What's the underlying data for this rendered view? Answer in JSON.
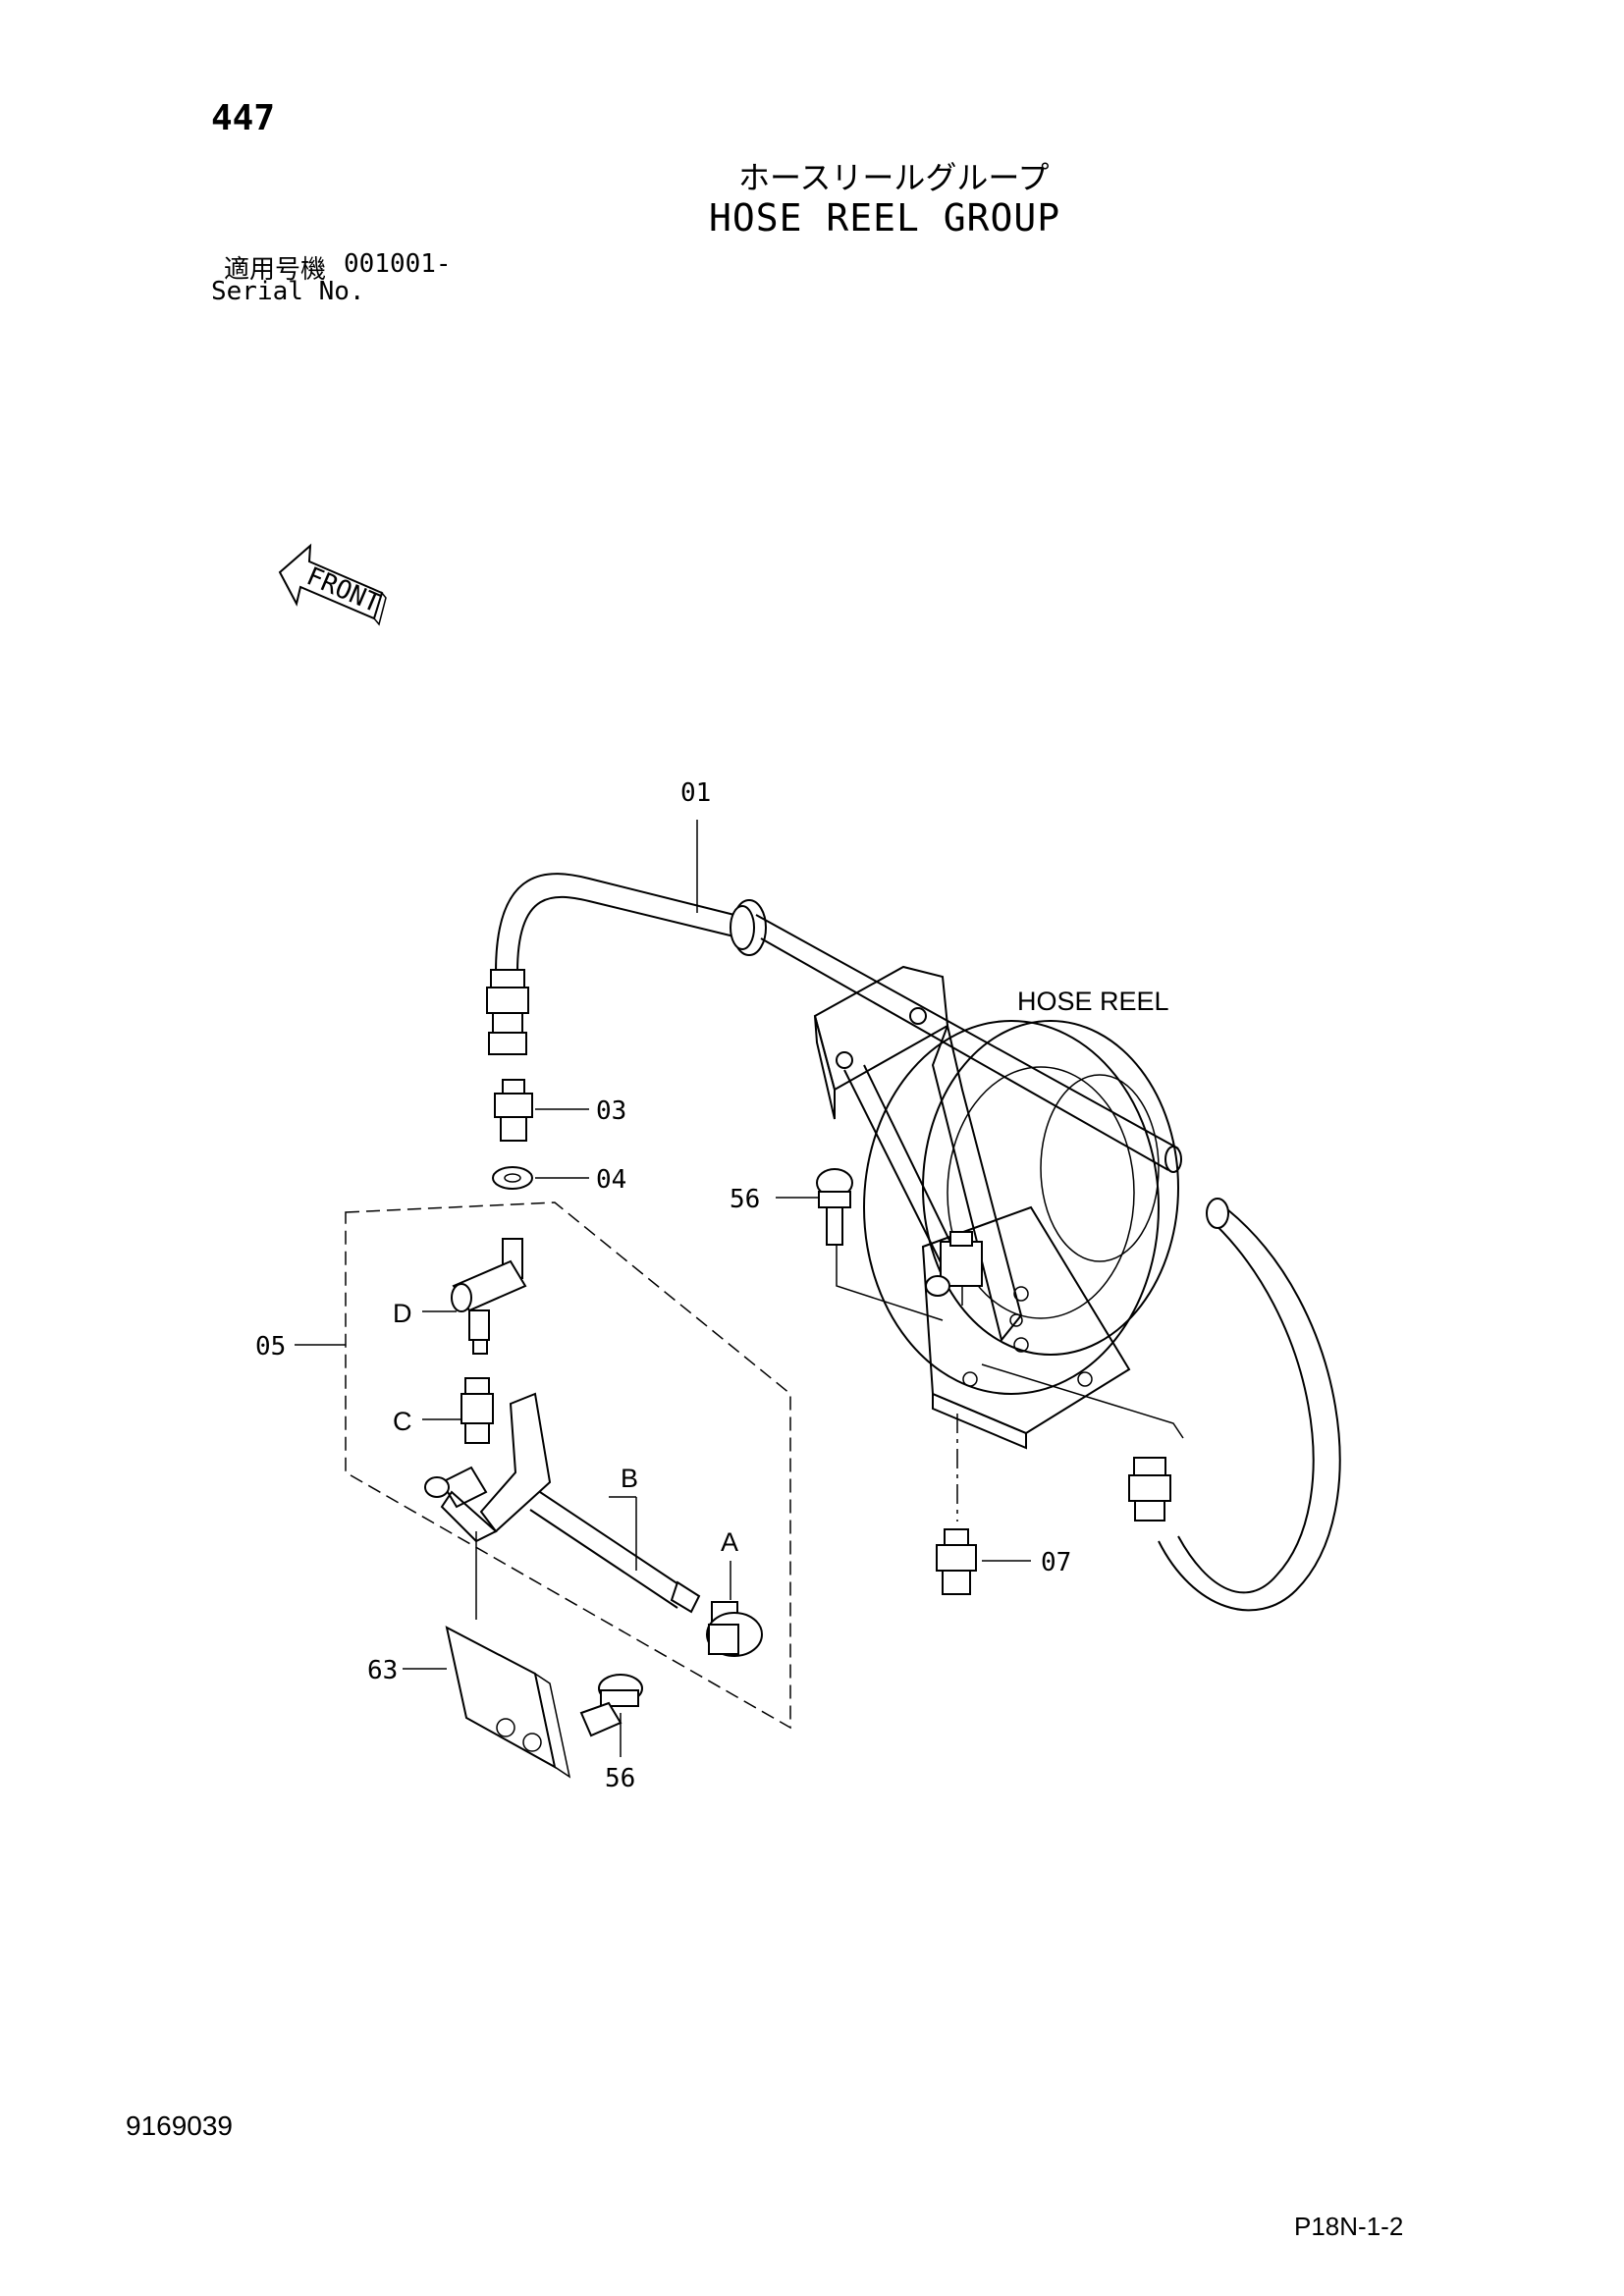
{
  "header": {
    "page_number": "447",
    "title_jp": "ホースリールグループ",
    "title_en": "HOSE REEL GROUP",
    "serial_jp_label": "適用号機",
    "serial_range": "001001-",
    "serial_en_label": "Serial No."
  },
  "diagram": {
    "front_arrow_label": "FRONT",
    "assembly_label": "HOSE REEL",
    "callouts": {
      "p01": "01",
      "p03": "03",
      "p04": "04",
      "p05": "05",
      "p07": "07",
      "p56_upper": "56",
      "p56_lower": "56",
      "p63": "63",
      "sub_a": "A",
      "sub_b": "B",
      "sub_c": "C",
      "sub_d": "D"
    }
  },
  "footer": {
    "doc_number": "9169039",
    "page_code": "P18N-1-2"
  }
}
